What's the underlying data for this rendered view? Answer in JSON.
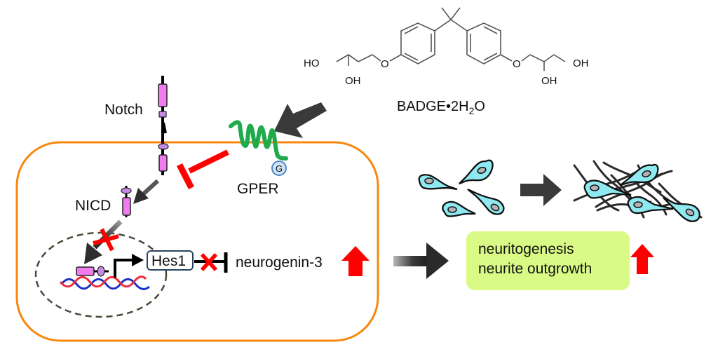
{
  "figure": {
    "type": "signaling-pathway-diagram",
    "compound": {
      "name": "BADGE•2H",
      "name_sub": "2",
      "name_suffix": "O",
      "atoms": {
        "ho_left": "HO",
        "oh_left_lower": "OH",
        "o_left": "O",
        "o_right": "O",
        "oh_right_lower": "OH",
        "oh_right": "OH"
      }
    },
    "labels": {
      "notch": "Notch",
      "nicd": "NICD",
      "gper": "GPER",
      "g_protein": "G",
      "hes1": "Hes1",
      "neurogenin": "neurogenin-3",
      "outcome_line1": "neuritogenesis",
      "outcome_line2": "neurite outgrowth"
    },
    "relations": [
      {
        "from": "BADGE•2H2O",
        "to": "GPER",
        "type": "activates"
      },
      {
        "from": "GPER",
        "to": "Notch cleavage",
        "type": "inhibits"
      },
      {
        "from": "Notch",
        "to": "NICD",
        "type": "cleavage"
      },
      {
        "from": "NICD",
        "to": "nucleus",
        "type": "blocked"
      },
      {
        "from": "Hes1",
        "to": "neurogenin-3",
        "type": "inhibition-blocked"
      },
      {
        "from": "neurogenin-3",
        "to": "outcome",
        "type": "upregulated"
      },
      {
        "from": "neurogenin-3",
        "to": "neuritogenesis / neurite outgrowth",
        "type": "leads-to"
      }
    ],
    "indicators": {
      "neurogenin_change": "up",
      "outcome_change": "up"
    },
    "colors": {
      "cell_membrane": "#f7870f",
      "gper": "#1faa4b",
      "inhibit": "#ff0000",
      "arrow_dark": "#3a3a3a",
      "notch_domain": "#f07cf0",
      "notch_oval": "#c48ae6",
      "g_protein_fill": "#cfe3f6",
      "g_protein_stroke": "#4f86c6",
      "hes1_border": "#2b4560",
      "dna_red": "#ee2a3a",
      "dna_blue": "#1a2fc7",
      "nucleus_dash": "#4a4a3a",
      "neuron_fill": "#8fe9f0",
      "neuron_nucleus": "#b3b3b3",
      "outcome_box": "#d9fa85",
      "up_arrow": "#ff0000"
    }
  }
}
